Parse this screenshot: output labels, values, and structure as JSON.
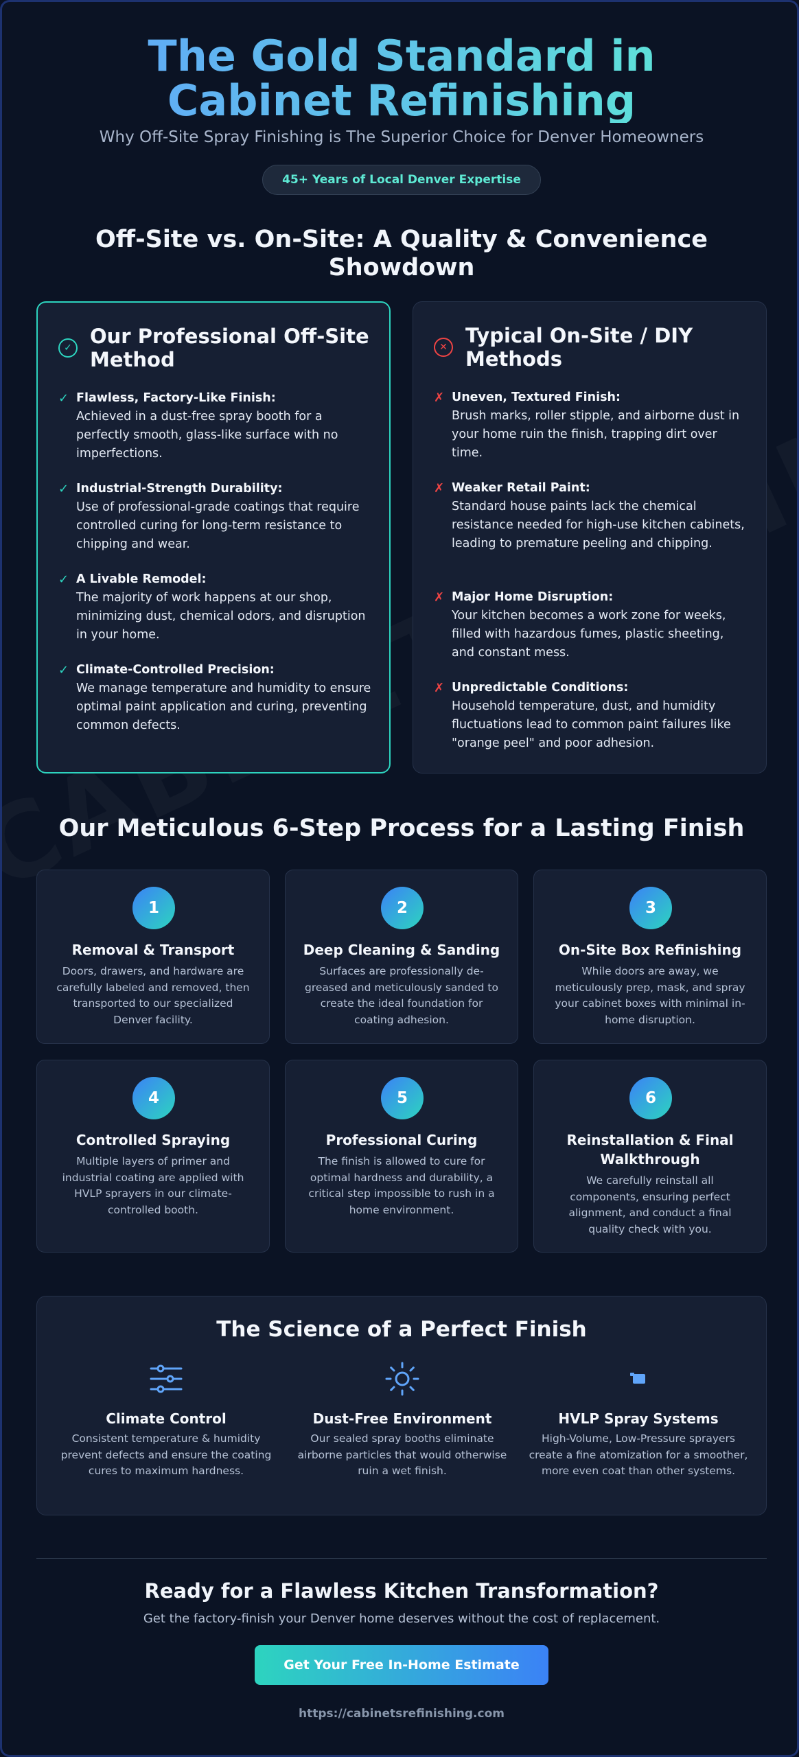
{
  "hero": {
    "title": "The Gold Standard in Cabinet Refinishing",
    "subtitle": "Why Off-Site Spray Finishing is The Superior Choice for Denver Homeowners",
    "badge": "45+ Years of Local Denver Expertise"
  },
  "watermark": "CABINETSREFINISH",
  "comparison": {
    "title": "Off-Site vs. On-Site: A Quality & Convenience Showdown",
    "professional": {
      "title": "Our Professional Off-Site Method",
      "icon": "check-circle-icon",
      "items": [
        {
          "title": "Flawless, Factory-Like Finish:",
          "text": "Achieved in a dust-free spray booth for a perfectly smooth, glass-like surface with no imperfections."
        },
        {
          "title": "Industrial-Strength Durability:",
          "text": "Use of professional-grade coatings that require controlled curing for long-term resistance to chipping and wear."
        },
        {
          "title": "A Livable Remodel:",
          "text": "The majority of work happens at our shop, minimizing dust, chemical odors, and disruption in your home."
        },
        {
          "title": "Climate-Controlled Precision:",
          "text": "We manage temperature and humidity to ensure optimal paint application and curing, preventing common defects."
        }
      ]
    },
    "typical": {
      "title": "Typical On-Site / DIY Methods",
      "icon": "x-circle-icon",
      "items": [
        {
          "title": "Uneven, Textured Finish:",
          "text": "Brush marks, roller stipple, and airborne dust in your home ruin the finish, trapping dirt over time."
        },
        {
          "title": "Weaker Retail Paint:",
          "text": "Standard house paints lack the chemical resistance needed for high-use kitchen cabinets, leading to premature peeling and chipping."
        },
        {
          "title": "Major Home Disruption:",
          "text": "Your kitchen becomes a work zone for weeks, filled with hazardous fumes, plastic sheeting, and constant mess."
        },
        {
          "title": "Unpredictable Conditions:",
          "text": "Household temperature, dust, and humidity fluctuations lead to common paint failures like \"orange peel\" and poor adhesion."
        }
      ]
    }
  },
  "process": {
    "title": "Our Meticulous 6-Step Process for a Lasting Finish",
    "steps": [
      {
        "num": "1",
        "title": "Removal & Transport",
        "text": "Doors, drawers, and hardware are carefully labeled and removed, then transported to our specialized Denver facility."
      },
      {
        "num": "2",
        "title": "Deep Cleaning & Sanding",
        "text": "Surfaces are professionally de-greased and meticulously sanded to create the ideal foundation for coating adhesion."
      },
      {
        "num": "3",
        "title": "On-Site Box Refinishing",
        "text": "While doors are away, we meticulously prep, mask, and spray your cabinet boxes with minimal in-home disruption."
      },
      {
        "num": "4",
        "title": "Controlled Spraying",
        "text": "Multiple layers of primer and industrial coating are applied with HVLP sprayers in our climate-controlled booth."
      },
      {
        "num": "5",
        "title": "Professional Curing",
        "text": "The finish is allowed to cure for optimal hardness and durability, a critical step impossible to rush in a home environment."
      },
      {
        "num": "6",
        "title": "Reinstallation & Final Walkthrough",
        "text": "We carefully reinstall all components, ensuring perfect alignment, and conduct a final quality check with you."
      }
    ]
  },
  "science": {
    "title": "The Science of a Perfect Finish",
    "features": [
      {
        "icon": "sliders-icon",
        "title": "Climate Control",
        "text": "Consistent temperature & humidity prevent defects and ensure the coating cures to maximum hardness."
      },
      {
        "icon": "sun-icon",
        "title": "Dust-Free Environment",
        "text": "Our sealed spray booths eliminate airborne particles that would otherwise ruin a wet finish."
      },
      {
        "icon": "spray-gun-icon",
        "title": "HVLP Spray Systems",
        "text": "High-Volume, Low-Pressure sprayers create a fine atomization for a smoother, more even coat than other systems."
      }
    ]
  },
  "cta": {
    "title": "Ready for a Flawless Kitchen Transformation?",
    "subtitle": "Get the factory-finish your Denver home deserves without the cost of replacement.",
    "button": "Get Your Free In-Home Estimate",
    "url": "https://cabinetsrefinishing.com"
  },
  "colors": {
    "background": "#0b1324",
    "card": "#161f33",
    "accent_teal": "#2dd4bf",
    "accent_blue": "#3b82f6",
    "negative_red": "#ef4444"
  }
}
